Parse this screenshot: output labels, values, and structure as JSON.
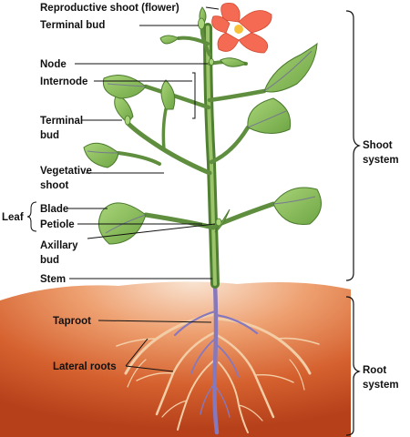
{
  "labels": {
    "reproductive_shoot": "Reproductive shoot (flower)",
    "terminal_bud_top": "Terminal bud",
    "node": "Node",
    "internode": "Internode",
    "terminal_bud_side_1": "Terminal",
    "terminal_bud_side_2": "bud",
    "vegetative_shoot_1": "Vegetative",
    "vegetative_shoot_2": "shoot",
    "leaf": "Leaf",
    "blade": "Blade",
    "petiole": "Petiole",
    "axillary_bud_1": "Axillary",
    "axillary_bud_2": "bud",
    "stem": "Stem",
    "taproot": "Taproot",
    "lateral_roots": "Lateral roots",
    "shoot_system_1": "Shoot",
    "shoot_system_2": "system",
    "root_system_1": "Root",
    "root_system_2": "system"
  },
  "colors": {
    "soil_top": "#f3c9a8",
    "soil_mid": "#e48a55",
    "soil_deep": "#b8441c",
    "stem": "#5f8f3e",
    "stem_highlight": "#9cc46a",
    "vein": "#7a6fb0",
    "leaf_fill": "#8fc463",
    "leaf_dark": "#5a8e36",
    "flower": "#f46a52",
    "flower_center": "#f7c23a",
    "root": "#f1c79e",
    "taproot": "#8a7fc0"
  }
}
